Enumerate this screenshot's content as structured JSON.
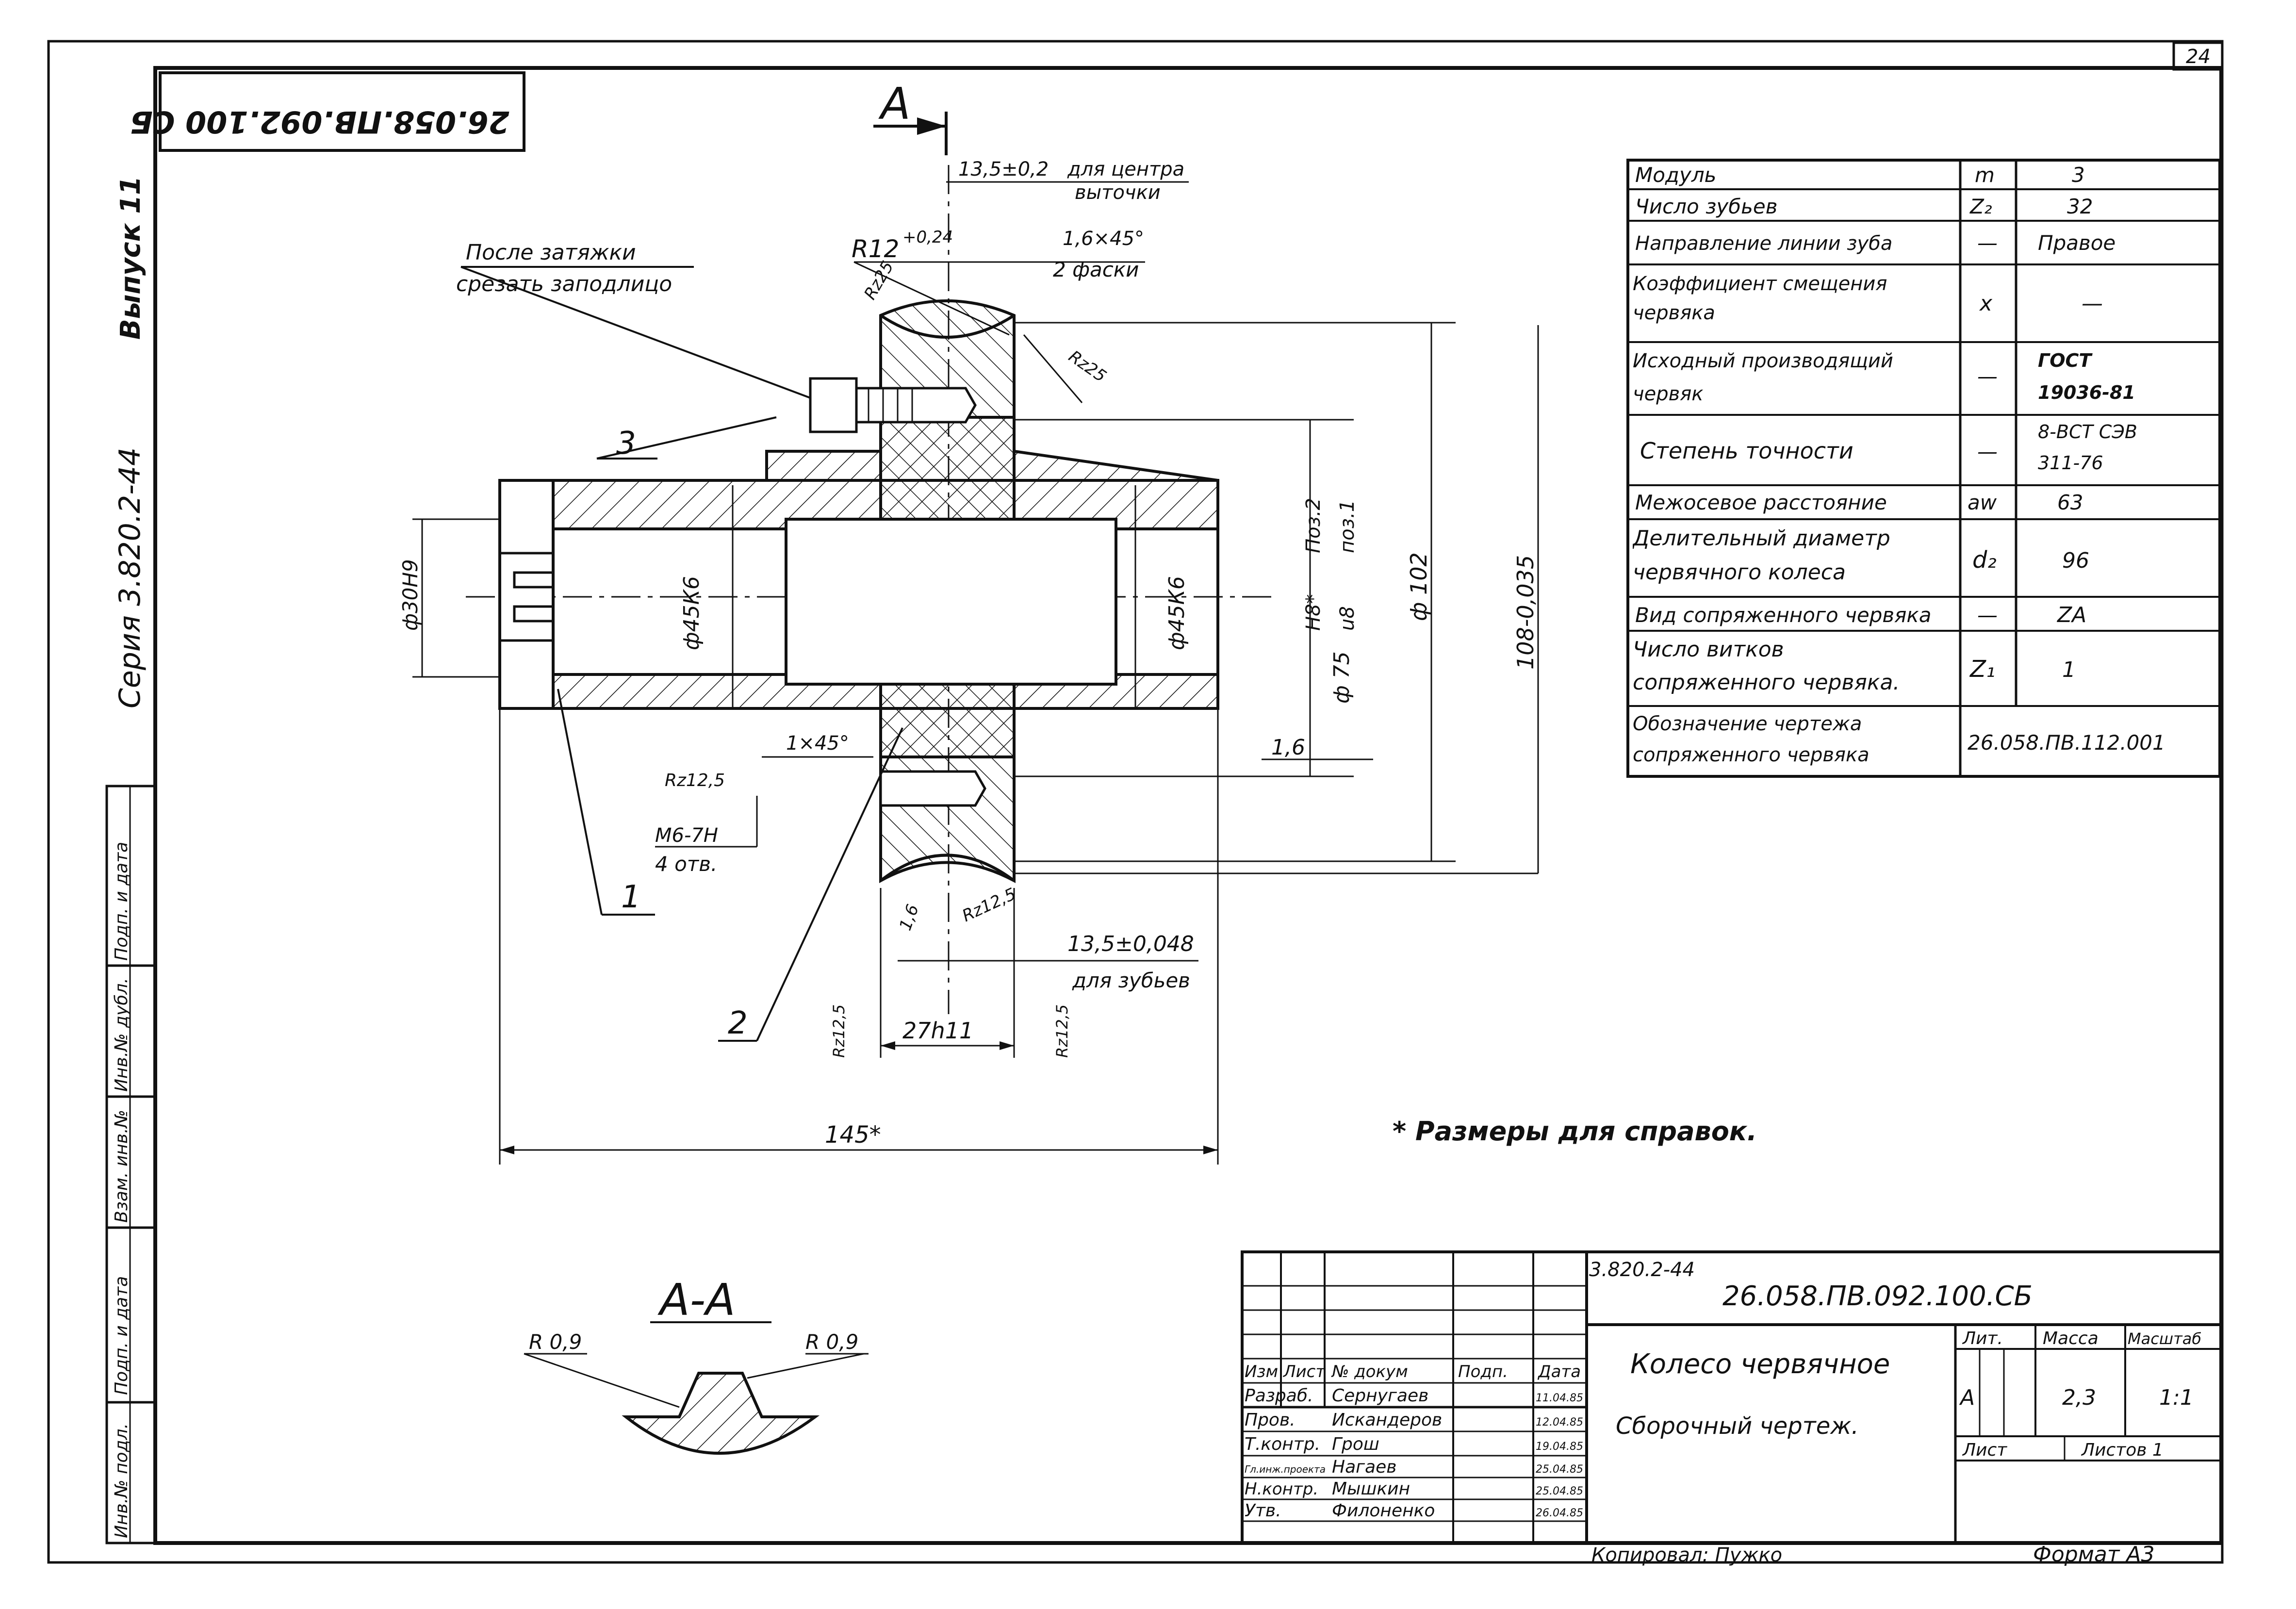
{
  "sheet": {
    "page_number": "24",
    "mirrored_code": "26.058.ПВ.092.100 СБ",
    "format": "Формат А3",
    "copied_by": "Копировал: Пужко",
    "footnote": "* Размеры для справок."
  },
  "side_margin": {
    "issue": "Выпуск 11",
    "series": "Серия 3.820.2-44",
    "stamp_cells": [
      "Инв.№ подл.",
      "Подп. и дата",
      "Взам. инв.№",
      "Инв.№ дубл.",
      "Подп. и дата"
    ]
  },
  "drawing": {
    "section_marker": "А",
    "labels": {
      "after_tightening_1": "После затяжки",
      "after_tightening_2": "срезать заподлицо",
      "dim_13_5_02": "13,5±0,2",
      "center_groove_1": "для центра",
      "center_groove_2": "выточки",
      "radius_r12": "R12",
      "radius_r12_tol": "+0,24",
      "chamfer_1_6": "1,6×45°",
      "chamfer_count": "2 фаски",
      "rz25_top": "Rz25",
      "rz25_right": "Rz25",
      "pos_3": "3",
      "pos_2": "2",
      "pos_1": "1",
      "dia_30h9": "ф30Н9",
      "dia_45k6_left": "ф45К6",
      "dia_45k6_right": "ф45К6",
      "fit_dia": "ф 75",
      "fit_h8": "Н8*",
      "fit_u8": "u8",
      "fit_pos2": "Поз.2",
      "fit_pos1": "поз.1",
      "dia_102": "ф 102",
      "dia_108": "108-0,035",
      "chamfer_1x45": "1×45°",
      "rz12_5_left": "Rz12,5",
      "thread": "М6-7Н",
      "thread_count": "4 отв.",
      "rough_1_6_right": "1,6",
      "rough_1_6_bottom": "1,6",
      "rz12_5_bottom": "Rz12,5",
      "dim_13_5_048": "13,5±0,048",
      "for_teeth": "для зубьев",
      "rz12_5_v_left": "Rz12,5",
      "rz12_5_v_right": "Rz12,5",
      "width_27h11": "27h11",
      "length_145": "145*",
      "section_title": "А-А",
      "r09_left": "R 0,9",
      "r09_right": "R 0,9"
    }
  },
  "params_table": {
    "rows": [
      {
        "name": "Модуль",
        "sym": "m",
        "val": "3"
      },
      {
        "name": "Число зубьев",
        "sym": "Z₂",
        "val": "32"
      },
      {
        "name": "Направление линии зуба",
        "sym": "—",
        "val": "Правое"
      },
      {
        "name": "Коэффициент смещения червяка",
        "sym": "x",
        "val": "—"
      },
      {
        "name": "Исходный производящий червяк",
        "sym": "—",
        "val": "ГОСТ 19036-81"
      },
      {
        "name": "Степень точности",
        "sym": "—",
        "val": "8-ВСТ СЭВ 311-76"
      },
      {
        "name": "Межосевое расстояние",
        "sym": "aw",
        "val": "63"
      },
      {
        "name": "Делительный диаметр червячного колеса",
        "sym": "d₂",
        "val": "96"
      },
      {
        "name": "Вид сопряженного червяка",
        "sym": "—",
        "val": "ZA"
      },
      {
        "name": "Число витков сопряженного червяка.",
        "sym": "Z₁",
        "val": "1"
      },
      {
        "name": "Обозначение чертежа сопряженного червяка",
        "sym": "",
        "val": "26.058.ПВ.112.001"
      }
    ]
  },
  "title_block": {
    "series": "3.820.2-44",
    "code": "26.058.ПВ.092.100.СБ",
    "name": "Колесо червячное",
    "doc_type": "Сборочный чертеж.",
    "headers": [
      "Изм",
      "Лист",
      "№ докум",
      "Подп.",
      "Дата"
    ],
    "people": [
      {
        "role": "Разраб.",
        "name": "Сернугаев",
        "date": "11.04.85"
      },
      {
        "role": "Пров.",
        "name": "Искандеров",
        "date": "12.04.85"
      },
      {
        "role": "Т.контр.",
        "name": "Грош",
        "date": "19.04.85"
      },
      {
        "role": "Гл.инж.проекта",
        "name": "Нагаев",
        "date": "25.04.85"
      },
      {
        "role": "Н.контр.",
        "name": "Мышкин",
        "date": "25.04.85"
      },
      {
        "role": "Утв.",
        "name": "Филоненко",
        "date": "26.04.85"
      }
    ],
    "lit_label": "Лит.",
    "mass_label": "Масса",
    "scale_label": "Масштаб",
    "lit": "А",
    "mass": "2,3",
    "scale": "1:1",
    "sheet_label": "Лист",
    "sheets_label": "Листов 1"
  }
}
